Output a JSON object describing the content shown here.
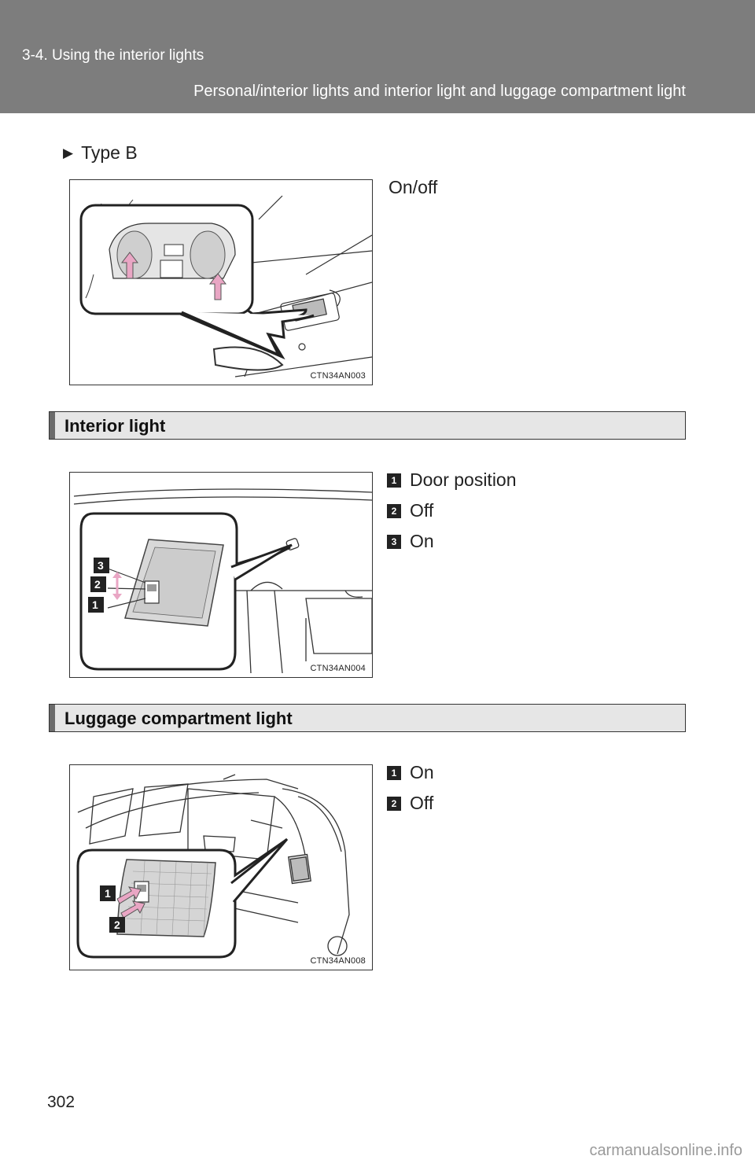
{
  "header": {
    "chapter": "3-4. Using the interior lights",
    "subtitle": "Personal/interior lights and interior light and luggage compartment light"
  },
  "type_b": {
    "label": "Type B",
    "caption": "On/off",
    "figure_code": "CTN34AN003"
  },
  "interior_light": {
    "heading": "Interior light",
    "figure_code": "CTN34AN004",
    "items": [
      {
        "num": "1",
        "label": "Door position"
      },
      {
        "num": "2",
        "label": "Off"
      },
      {
        "num": "3",
        "label": "On"
      }
    ]
  },
  "luggage_light": {
    "heading": "Luggage compartment light",
    "figure_code": "CTN34AN008",
    "items": [
      {
        "num": "1",
        "label": "On"
      },
      {
        "num": "2",
        "label": "Off"
      }
    ]
  },
  "colors": {
    "header_bg": "#7d7d7d",
    "section_bg": "#e6e6e6",
    "arrow": "#e9a6c4"
  },
  "page_number": "302",
  "watermark": "carmanualsonline.info"
}
